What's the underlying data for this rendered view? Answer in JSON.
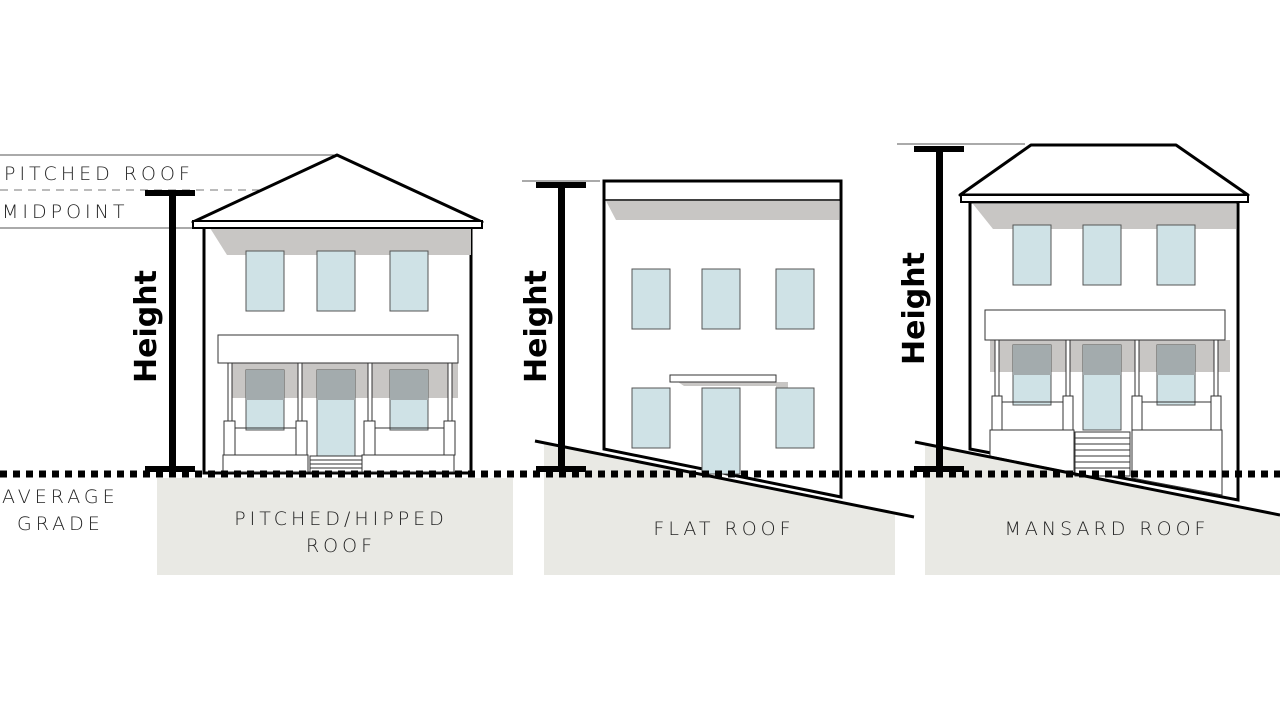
{
  "labels": {
    "pitched_roof": "PITCHED ROOF",
    "midpoint": "MIDPOINT",
    "average_grade_1": "AVERAGE",
    "average_grade_2": "GRADE",
    "height": "Height"
  },
  "houses": [
    {
      "caption_1": "PITCHED/HIPPED",
      "caption_2": "ROOF"
    },
    {
      "caption_1": "FLAT ROOF"
    },
    {
      "caption_1": "MANSARD ROOF"
    }
  ],
  "colors": {
    "window": "#cfe2e6",
    "shadow": "#c8c6c4",
    "ground": "#e9e9e4",
    "line": "#000000"
  }
}
